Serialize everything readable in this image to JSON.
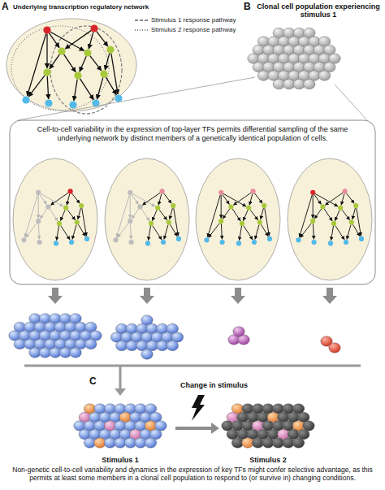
{
  "diagram": {
    "nodes": [
      {
        "text": [
          "Cell-to-cell variability in the expression of top-layer TFs permits differential sampling of the same underlying network by distinct members of a genetically identical population of cells."
        ]
      }
    ],
    "labels": [
      "A",
      "Underlying transcription regulatory network",
      "B",
      "Clonal cell population experiencing stimulus 1",
      "C",
      "Change in stimulus",
      "Stimulus 1",
      "Stimulus 2",
      "Non-genetic cell-to-cell variability and dynamics in the expression of key TFs might confer selective advantage, as this permits at least some members in a clonal cell population to respond to (or survive in) changing conditions."
    ],
    "legend": [
      {
        "text": "Stimulus 1 response pathway"
      },
      {
        "text": "Stimulus 2 response pathway"
      }
    ]
  }
}
